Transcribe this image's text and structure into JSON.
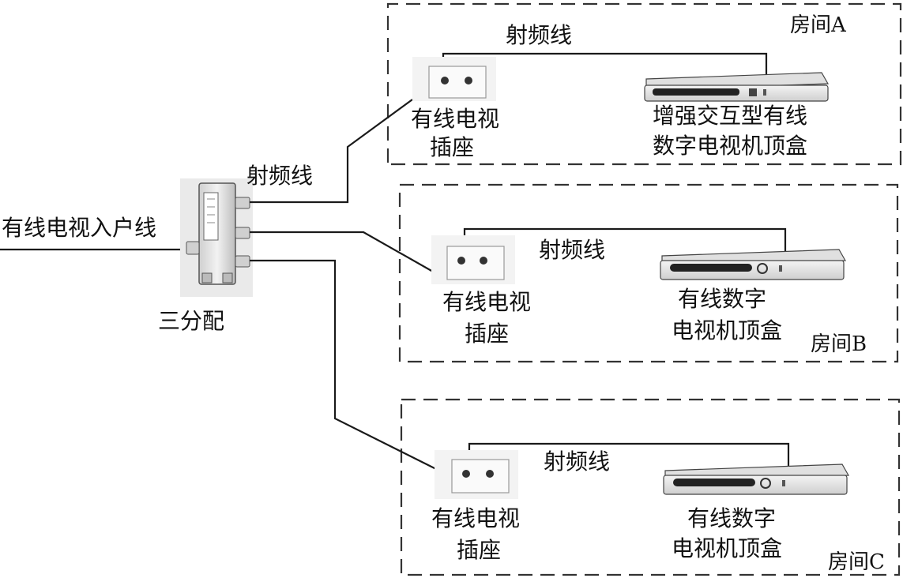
{
  "incoming": {
    "label": "有线电视入户线"
  },
  "splitter": {
    "label": "三分配"
  },
  "rf_cable_label": "射频线",
  "rooms": [
    {
      "name": "房间A",
      "outlet": [
        "有线电视",
        "插座"
      ],
      "stb": [
        "增强交互型有线",
        "数字电视机顶盒"
      ]
    },
    {
      "name": "房间B",
      "outlet": [
        "有线电视",
        "插座"
      ],
      "stb": [
        "有线数字",
        "电视机顶盒"
      ]
    },
    {
      "name": "房间C",
      "outlet": [
        "有线电视",
        "插座"
      ],
      "stb": [
        "有线数字",
        "电视机顶盒"
      ]
    }
  ],
  "colors": {
    "line": "#1a1a1a",
    "device_body": "#e8e8e8",
    "device_dark": "#222222"
  }
}
